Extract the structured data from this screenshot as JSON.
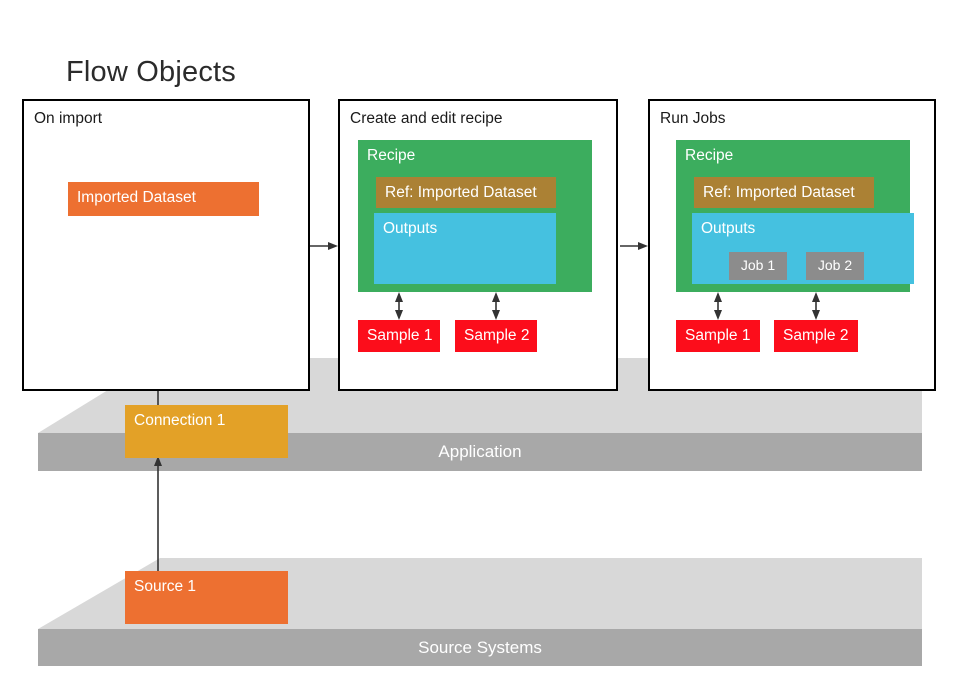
{
  "diagram": {
    "title": "Flow Objects",
    "stages": [
      {
        "label": "On import",
        "nodes": {
          "imported_dataset": "Imported Dataset"
        }
      },
      {
        "label": "Create and edit recipe",
        "nodes": {
          "recipe": "Recipe",
          "ref_dataset": "Ref: Imported Dataset",
          "outputs": "Outputs",
          "sample_1": "Sample 1",
          "sample_2": "Sample 2"
        }
      },
      {
        "label": "Run Jobs",
        "nodes": {
          "recipe": "Recipe",
          "ref_dataset": "Ref: Imported Dataset",
          "outputs": "Outputs",
          "job_1": "Job 1",
          "job_2": "Job 2",
          "sample_1": "Sample 1",
          "sample_2": "Sample 2"
        }
      }
    ],
    "platforms": [
      {
        "label": "Application",
        "node": "Connection 1"
      },
      {
        "label": "Source Systems",
        "node": "Source 1"
      }
    ],
    "colors": {
      "imported_dataset": "#ed7031",
      "recipe": "#3cad5e",
      "ref_dataset": "#ab8134",
      "outputs": "#45c1e0",
      "sample": "#fc0d1b",
      "job": "#8c8c8c",
      "connection": "#e3a127",
      "source": "#ed7031",
      "platform_top": "#d8d8d8",
      "platform_front": "#a8a8a8",
      "panel_border": "#000000"
    }
  }
}
